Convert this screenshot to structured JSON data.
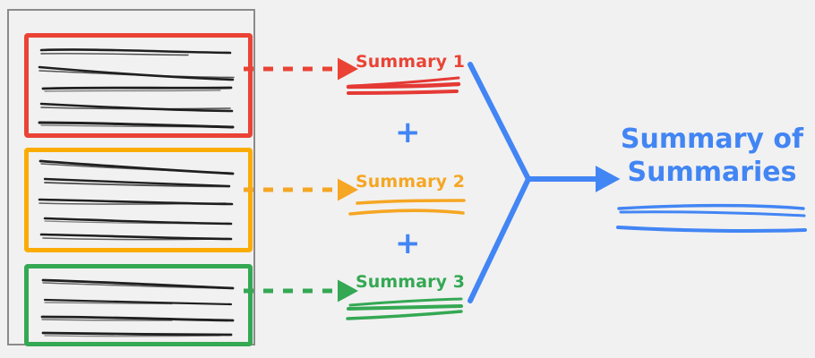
{
  "diagram": {
    "title_visible": false,
    "background_color": "#f1f1f1",
    "source_document": {
      "name": "source-document",
      "outline_color": "#8a8a8a",
      "chunks": [
        {
          "id": "chunk-1",
          "color": "#ea4335",
          "color_name": "red",
          "text_line_count": 5
        },
        {
          "id": "chunk-2",
          "color": "#fbac02",
          "color_name": "amber",
          "text_line_count": 5
        },
        {
          "id": "chunk-3",
          "color": "#34a853",
          "color_name": "green",
          "text_line_count": 4
        }
      ]
    },
    "summaries": [
      {
        "id": "summary-1",
        "label": "Summary 1",
        "color": "#ea4335",
        "squiggle_line_count": 3,
        "arrow_style": "dashed"
      },
      {
        "id": "summary-2",
        "label": "Summary 2",
        "color": "#f5a623",
        "squiggle_line_count": 2,
        "arrow_style": "dashed"
      },
      {
        "id": "summary-3",
        "label": "Summary 3",
        "color": "#34a853",
        "squiggle_line_count": 3,
        "arrow_style": "dashed"
      }
    ],
    "operators": [
      {
        "id": "plus-1",
        "symbol": "+",
        "color": "#4285f4"
      },
      {
        "id": "plus-2",
        "symbol": "+",
        "color": "#4285f4"
      }
    ],
    "merge": {
      "name": "merge-connector",
      "color": "#4285f4",
      "arrow_style": "solid"
    },
    "result": {
      "id": "summary-of-summaries",
      "line1": "Summary of",
      "line2": "Summaries",
      "color": "#4285f4",
      "squiggle_line_count": 3
    }
  }
}
